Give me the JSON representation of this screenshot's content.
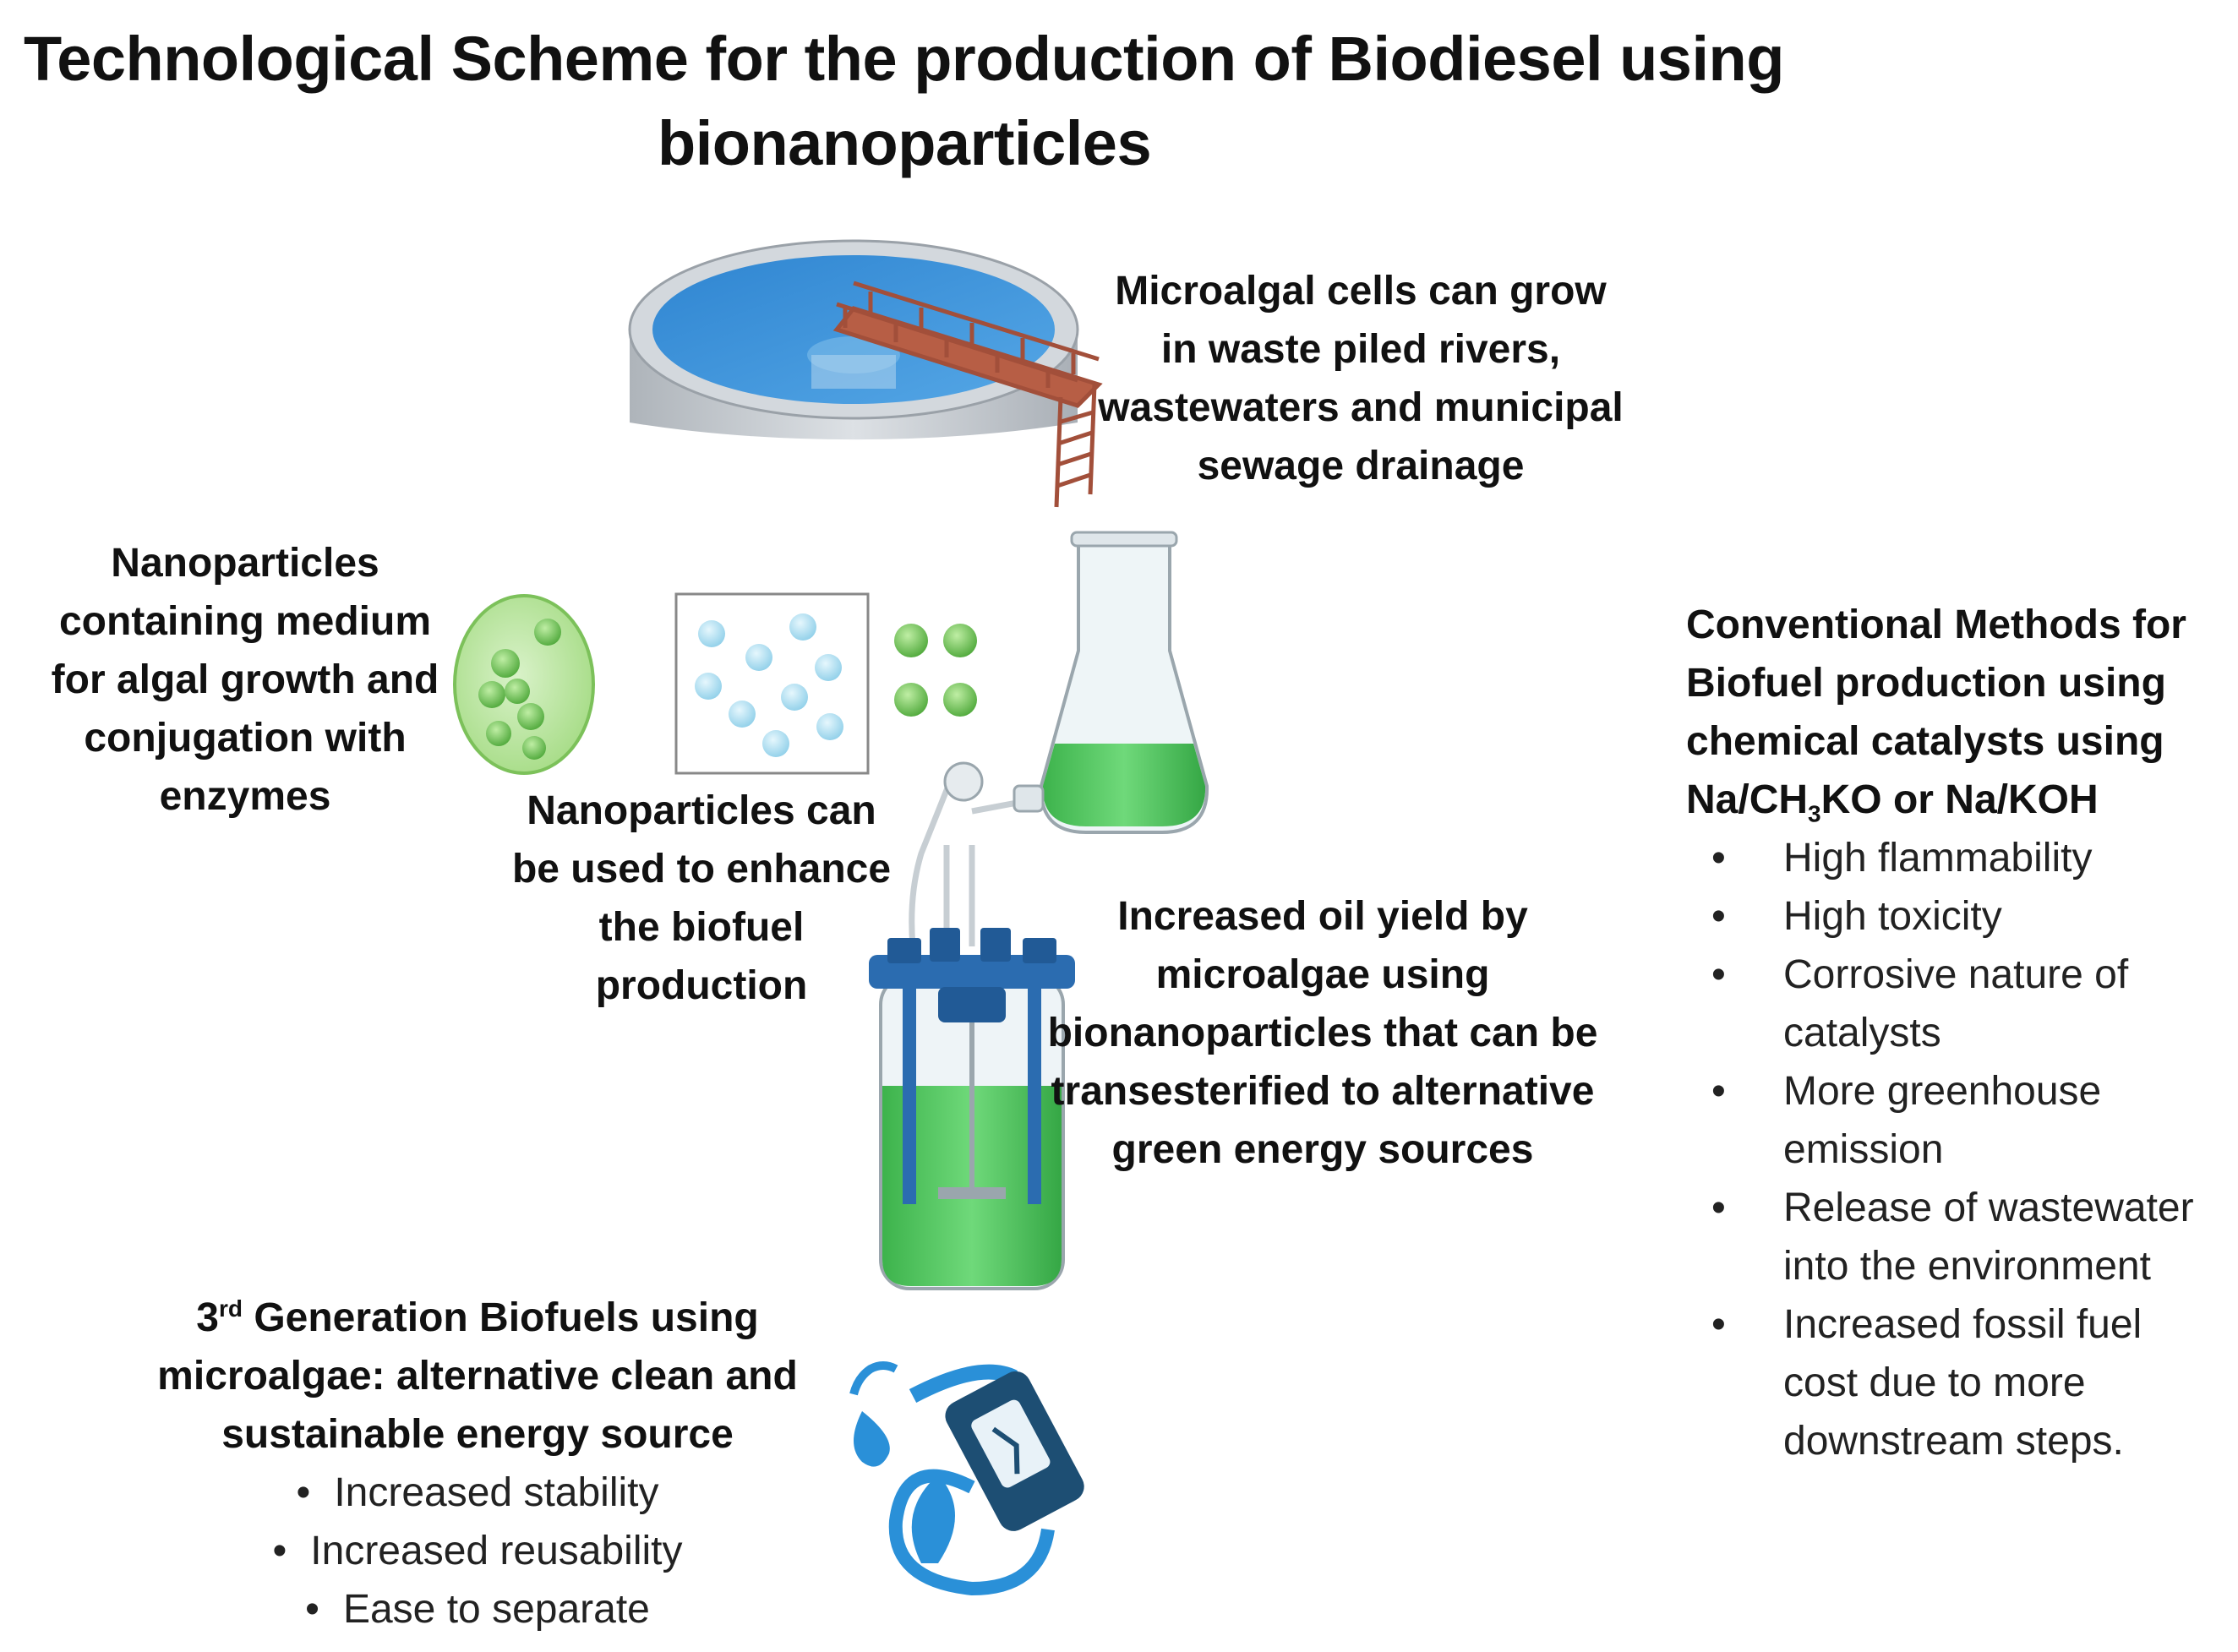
{
  "title": {
    "line1": "Technological Scheme for the production of Biodiesel using",
    "line2": "bionanoparticles"
  },
  "microalgal_text": {
    "lines": [
      "Microalgal cells can grow",
      "in waste piled rivers,",
      "wastewaters and municipal",
      "sewage drainage"
    ]
  },
  "nanoparticles_medium_text": {
    "lines": [
      "Nanoparticles",
      "containing medium",
      "for algal growth and",
      "conjugation with",
      "enzymes"
    ]
  },
  "enhance_text": {
    "lines": [
      "Nanoparticles can",
      "be used to enhance",
      "the biofuel",
      "production"
    ]
  },
  "oil_yield_text": {
    "lines": [
      "Increased oil yield by",
      "microalgae using",
      "bionanoparticles that can be",
      "transesterified to alternative",
      "green energy sources"
    ]
  },
  "conventional": {
    "heading_lines": [
      "Conventional Methods for",
      "Biofuel production using",
      "chemical catalysts using"
    ],
    "formula_prefix": "Na/CH",
    "formula_sub": "3",
    "formula_suffix": "KO or Na/KOH",
    "bullet": "•",
    "items": [
      [
        "High flammability"
      ],
      [
        "High toxicity"
      ],
      [
        "Corrosive nature of",
        "catalysts"
      ],
      [
        "More greenhouse",
        "emission"
      ],
      [
        "Release of wastewater",
        "into the environment"
      ],
      [
        "Increased fossil fuel",
        "cost due to more",
        "downstream steps."
      ]
    ]
  },
  "third_gen": {
    "number": "3",
    "superscript": "rd",
    "line1_rest": " Generation Biofuels using",
    "line2": "microalgae: alternative clean and",
    "line3": "sustainable energy source",
    "bullet": "•",
    "items": [
      "Increased stability",
      "Increased reusability",
      "Ease to separate"
    ]
  },
  "colors": {
    "water_blue": "#3a8fd6",
    "tank_grey": "#c9ced3",
    "bridge_brown": "#b75e45",
    "algae_green": "#5cc24a",
    "nano_blue": "#9fd8ee",
    "reactor_blue": "#2b6cb0",
    "fuel_dark": "#1d4e73",
    "drop_blue": "#2a90d8"
  },
  "icons": [
    "treatment-tank-icon",
    "algal-cell-icon",
    "nanoparticle-box-icon",
    "algae-cells-icon",
    "erlenmeyer-flask-icon",
    "bioreactor-icon",
    "biofuel-pump-icon"
  ]
}
